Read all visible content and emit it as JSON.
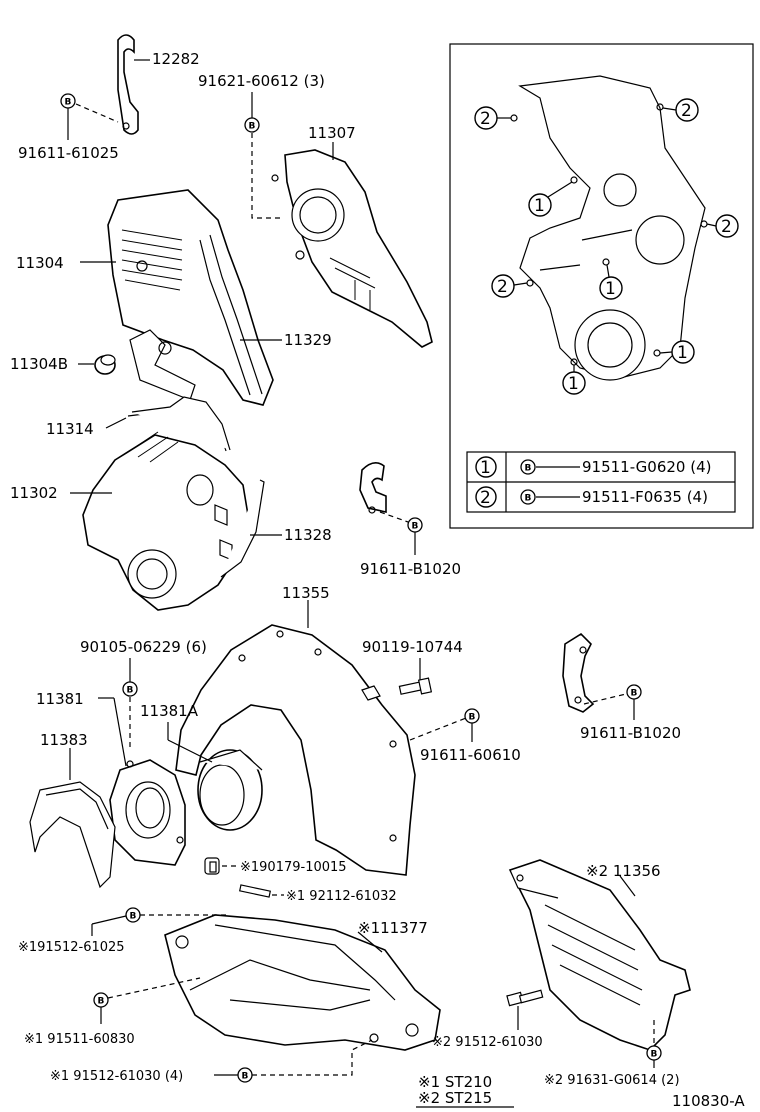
{
  "labels": {
    "p12282": "12282",
    "p91621": "91621-60612 (3)",
    "p91611_61025": "91611-61025",
    "p11307": "11307",
    "p11304": "11304",
    "p11329": "11329",
    "p11304B": "11304B",
    "p11314": "11314",
    "p11302": "11302",
    "p11328": "11328",
    "p91611_B1020a": "91611-B1020",
    "p11355": "11355",
    "p90105": "90105-06229 (6)",
    "p90119": "90119-10744",
    "p11381": "11381",
    "p11381A": "11381A",
    "p11383": "11383",
    "p91611_60610": "91611-60610",
    "p91611_B1020b": "91611-B1020",
    "p90179": "※190179-10015",
    "p92112": "※1 92112-61032",
    "p91512_61025": "※191512-61025",
    "p11377": "※111377",
    "p91511_60830": "※1 91511-60830",
    "p91512_61030a": "※2 91512-61030",
    "p91512_61030b": "※1 91512-61030 (4)",
    "p11356": "※2 11356",
    "p91631": "※2 91631-G0614 (2)"
  },
  "inset": {
    "callouts": [
      "2",
      "2",
      "1",
      "2",
      "2",
      "1",
      "1",
      "1"
    ],
    "legend": [
      {
        "num": "1",
        "bolt": "B",
        "part": "91511-G0620 (4)"
      },
      {
        "num": "2",
        "bolt": "B",
        "part": "91511-F0635 (4)"
      }
    ]
  },
  "notes": {
    "n1": "※1  ST210",
    "n2": "※2  ST215"
  },
  "bolt_mark": "B",
  "diagram_id": "110830-A"
}
